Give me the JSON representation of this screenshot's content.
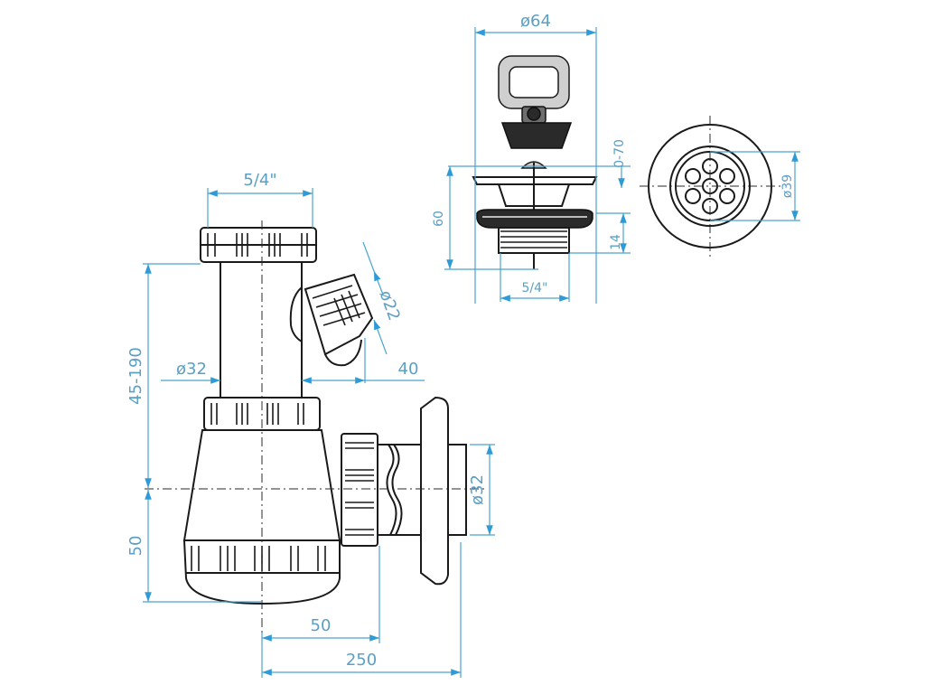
{
  "dimensions": {
    "inlet_thread": "5/4\"",
    "height_range": "45-190",
    "pipe_diameter": "ø32",
    "side_inlet": "ø22",
    "side_offset": "40",
    "bottle_height": "50",
    "outlet_diameter": "ø32",
    "bottom_offset": "50",
    "total_length": "250",
    "plug_diameter": "ø64",
    "plug_range": "0-70",
    "waste_height": "60",
    "waste_thread_length": "14",
    "waste_thread": "5/4\"",
    "grate_diameter": "ø39"
  }
}
